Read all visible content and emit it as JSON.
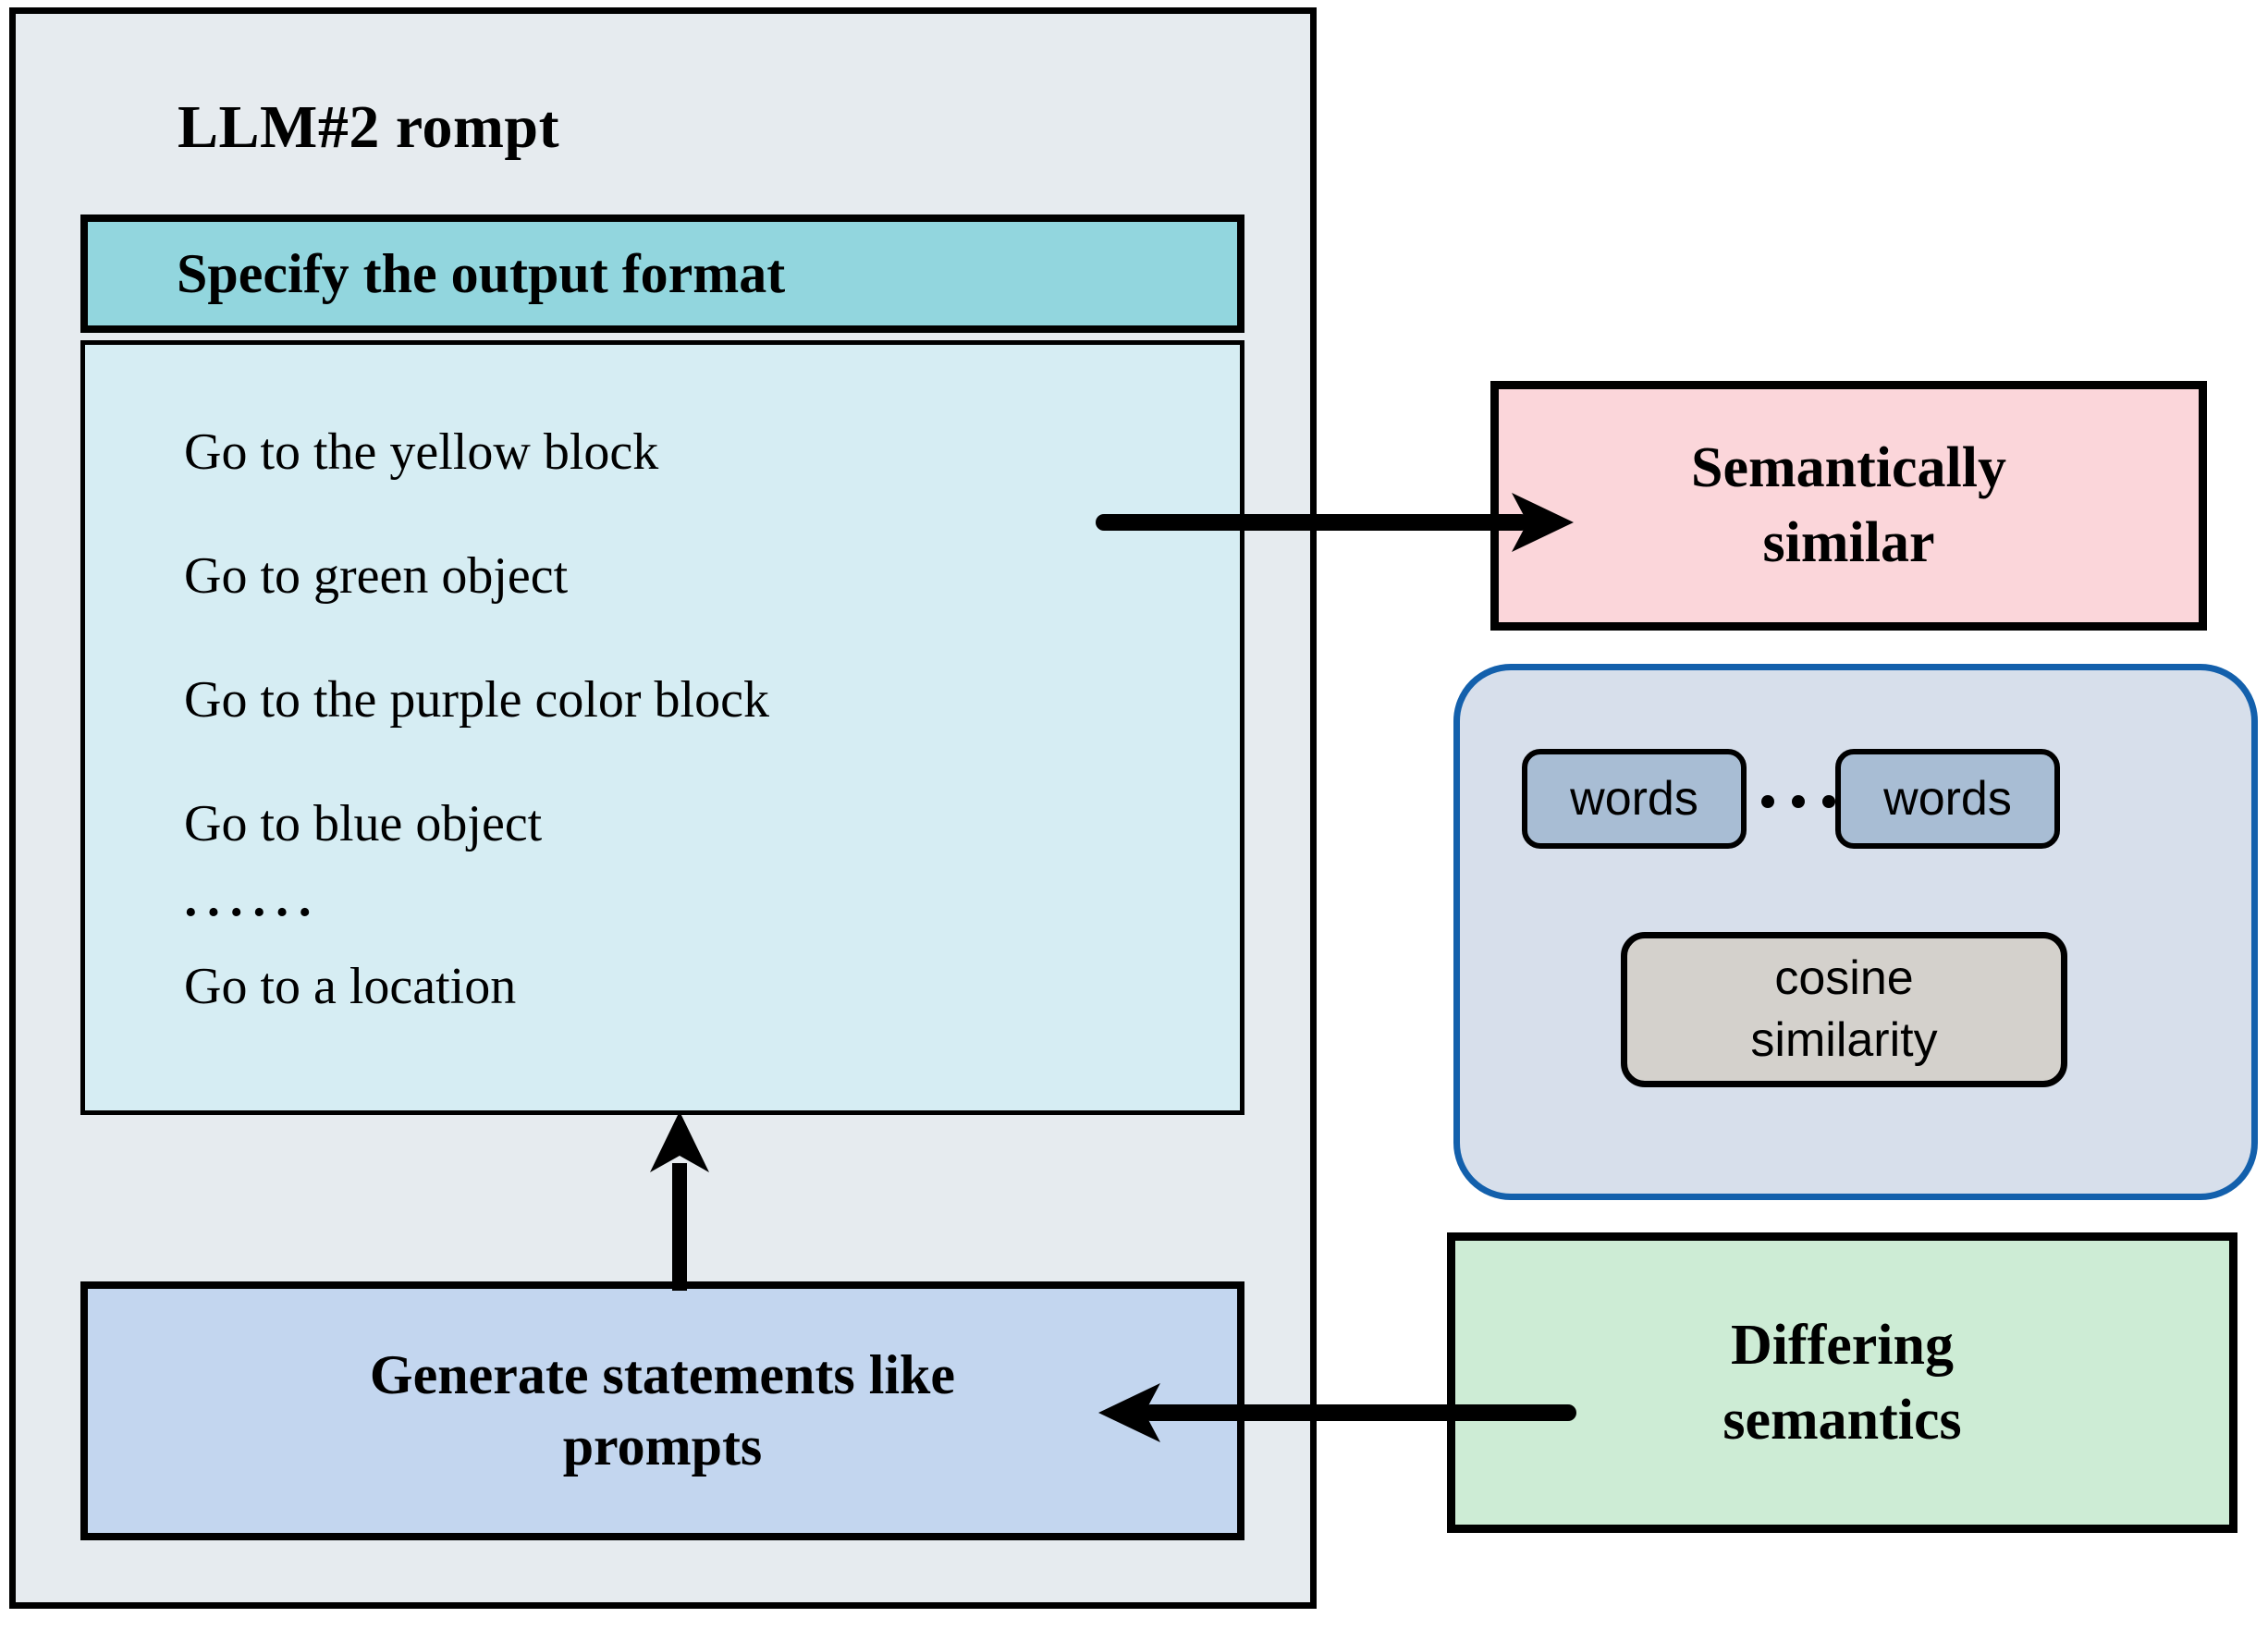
{
  "prompt": {
    "title": "LLM#2 rompt",
    "format_header": "Specify the output format",
    "statements": [
      "Go to the yellow block",
      "Go to green object",
      "Go to the purple color block",
      "Go to blue object"
    ],
    "ellipsis": "······",
    "final_statement": "Go to a location",
    "generate_line1": "Generate statements like",
    "generate_line2": "prompts"
  },
  "semantic": {
    "line1": "Semantically",
    "line2": "similar"
  },
  "embedding": {
    "word_left": "words",
    "word_right": "words",
    "cosine_line1": "cosine",
    "cosine_line2": "similarity"
  },
  "differing": {
    "line1": "Differing",
    "line2": "semantics"
  },
  "colors": {
    "container_bg": "#e6ebef",
    "header_teal": "#92d6de",
    "panel_cyan": "#d6edf3",
    "generate_blue": "#c3d6ef",
    "semantic_pink": "#fbd6da",
    "embedding_bg": "#d7dfeb",
    "embedding_border": "#1360ac",
    "word_chip": "#a8bdd4",
    "cosine_chip": "#d4d1cc",
    "differing_green": "#cdecd5",
    "stroke": "#000000"
  }
}
